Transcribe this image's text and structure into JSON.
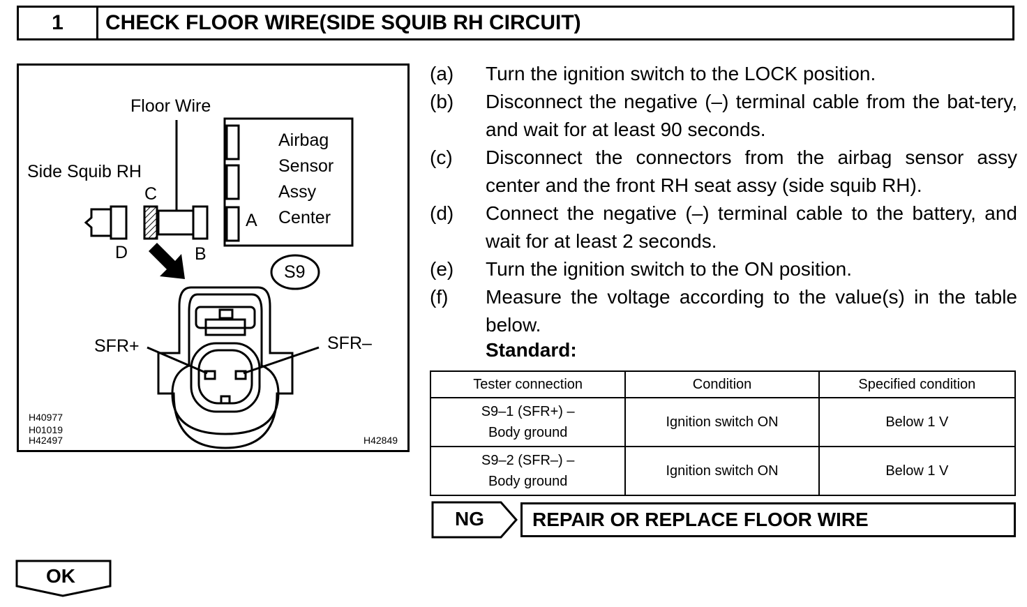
{
  "header": {
    "number": "1",
    "title": "CHECK FLOOR WIRE(SIDE SQUIB RH CIRCUIT)"
  },
  "figure": {
    "floor_wire": "Floor Wire",
    "side_squib": "Side Squib RH",
    "sensor_line1": "Airbag",
    "sensor_line2": "Sensor",
    "sensor_line3": "Assy",
    "sensor_line4": "Center",
    "conn_a": "A",
    "conn_b": "B",
    "conn_c": "C",
    "conn_d": "D",
    "connector_id": "S9",
    "sfr_plus": "SFR+",
    "sfr_minus": "SFR–",
    "codes": [
      "H40977",
      "H01019",
      "H42497"
    ],
    "code_right": "H42849"
  },
  "steps": [
    {
      "letter": "(a)",
      "text": "Turn the ignition switch to the LOCK position."
    },
    {
      "letter": "(b)",
      "text": "Disconnect the negative (–) terminal cable from the bat-tery, and wait for at least 90 seconds."
    },
    {
      "letter": "(c)",
      "text": "Disconnect the connectors from the airbag sensor assy center and the front RH seat assy (side squib RH)."
    },
    {
      "letter": "(d)",
      "text": "Connect the negative (–) terminal cable to the battery, and wait for at least 2 seconds."
    },
    {
      "letter": "(e)",
      "text": "Turn the ignition switch to the ON position."
    },
    {
      "letter": "(f)",
      "text": "Measure the voltage according to the value(s) in the table below."
    }
  ],
  "standard_label": "Standard:",
  "table": {
    "headers": [
      "Tester connection",
      "Condition",
      "Specified condition"
    ],
    "rows": [
      {
        "conn1": "S9–1 (SFR+) –",
        "conn2": "Body ground",
        "condition": "Ignition switch ON",
        "spec": "Below 1 V"
      },
      {
        "conn1": "S9–2 (SFR–) –",
        "conn2": "Body ground",
        "condition": "Ignition switch ON",
        "spec": "Below 1 V"
      }
    ]
  },
  "ng": {
    "label": "NG",
    "action": "REPAIR OR REPLACE FLOOR WIRE"
  },
  "ok": {
    "label": "OK"
  }
}
